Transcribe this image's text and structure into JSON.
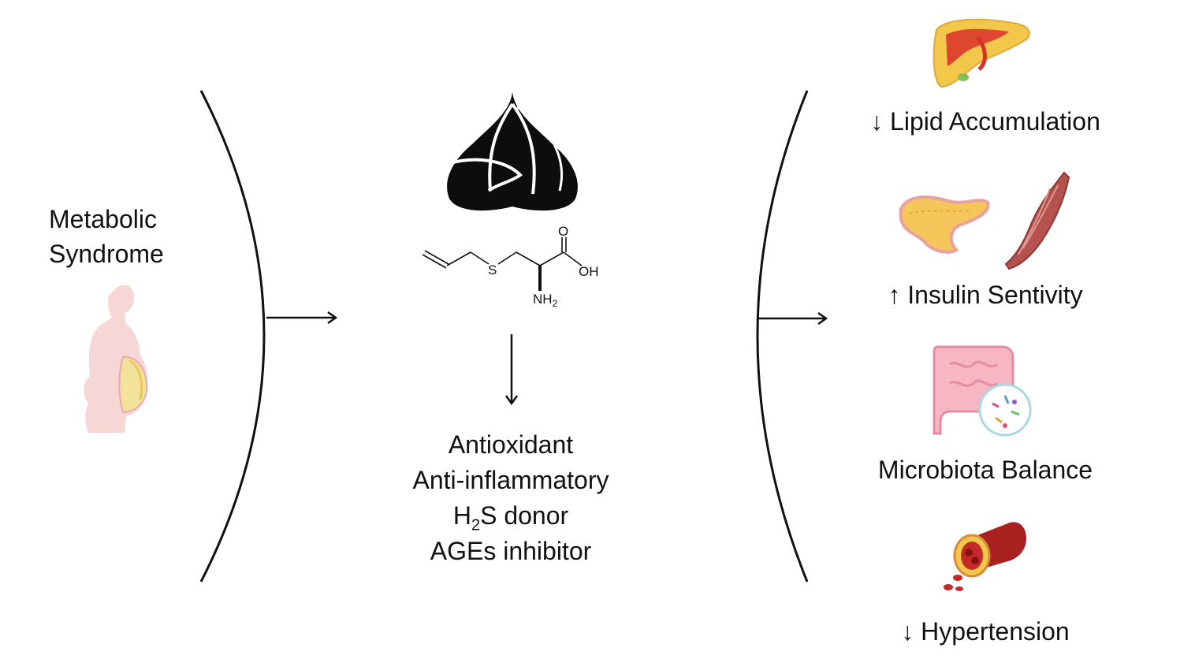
{
  "left": {
    "label_line1": "Metabolic",
    "label_line2": "Syndrome"
  },
  "molecule": {
    "atom_o": "O",
    "atom_oh": "OH",
    "atom_s": "S",
    "atom_n": "NH",
    "atom_n_sub": "2"
  },
  "properties": {
    "line1": "Antioxidant",
    "line2": "Anti-inflammatory",
    "line3_pre": "H",
    "line3_sub": "2",
    "line3_post": "S donor",
    "line4": "AGEs inhibitor"
  },
  "effects": [
    {
      "label": "↓ Lipid Accumulation",
      "icon": "liver-icon"
    },
    {
      "label": "↑ Insulin Sentivity",
      "icon": "pancreas-muscle-icon"
    },
    {
      "label": "Microbiota Balance",
      "icon": "intestine-microbiota-icon"
    },
    {
      "label": "↓ Hypertension",
      "icon": "blood-vessel-icon"
    }
  ],
  "colors": {
    "ink": "#111111",
    "body_silhouette": "#f7d6d6",
    "liver_yellow": "#f2c84b",
    "liver_red": "#d9302a",
    "pancreas": "#f5c65a",
    "muscle": "#b5524d",
    "intestine": "#f6b6c4",
    "vessel": "#a8201f"
  }
}
